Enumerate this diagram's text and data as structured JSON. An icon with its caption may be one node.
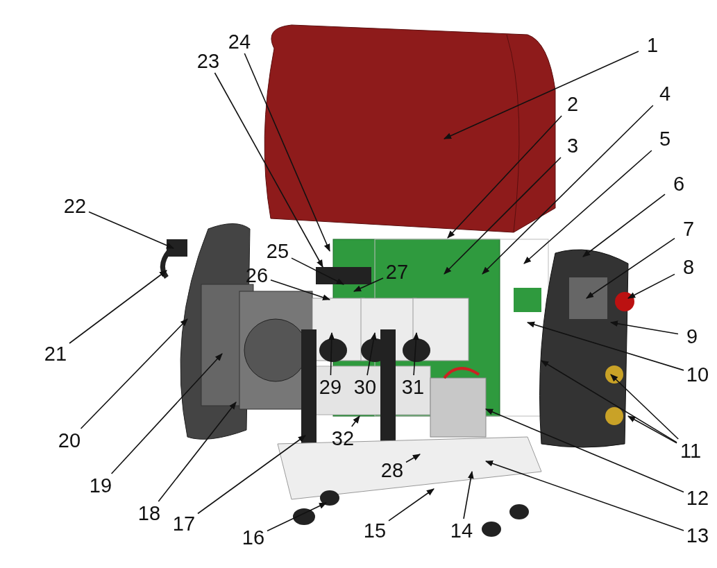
{
  "diagram": {
    "nodes": [
      {
        "text": [
          "1"
        ]
      },
      {
        "text": [
          "2"
        ]
      },
      {
        "text": [
          "3"
        ]
      },
      {
        "text": [
          "4"
        ]
      },
      {
        "text": [
          "5"
        ]
      },
      {
        "text": [
          "6"
        ]
      },
      {
        "text": [
          "7"
        ]
      },
      {
        "text": [
          "8"
        ]
      },
      {
        "text": [
          "9"
        ]
      },
      {
        "text": [
          "10"
        ]
      },
      {
        "text": [
          "11"
        ]
      },
      {
        "text": [
          "12"
        ]
      },
      {
        "text": [
          "13"
        ]
      },
      {
        "text": [
          "14"
        ]
      },
      {
        "text": [
          "15"
        ]
      },
      {
        "text": [
          "16"
        ]
      },
      {
        "text": [
          "17"
        ]
      },
      {
        "text": [
          "18"
        ]
      },
      {
        "text": [
          "19"
        ]
      },
      {
        "text": [
          "20"
        ]
      },
      {
        "text": [
          "21"
        ]
      },
      {
        "text": [
          "22"
        ]
      },
      {
        "text": [
          "23"
        ]
      },
      {
        "text": [
          "24"
        ]
      },
      {
        "text": [
          "25"
        ]
      },
      {
        "text": [
          "26"
        ]
      },
      {
        "text": [
          "27"
        ]
      },
      {
        "text": [
          "28"
        ]
      },
      {
        "text": [
          "29"
        ]
      },
      {
        "text": [
          "30"
        ]
      },
      {
        "text": [
          "31"
        ]
      },
      {
        "text": [
          "32"
        ]
      }
    ],
    "edges": [
      {
        "from": 0,
        "to": null,
        "arrow": "to"
      },
      {
        "from": 1,
        "to": null,
        "arrow": "to"
      },
      {
        "from": 2,
        "to": null,
        "arrow": "to"
      },
      {
        "from": 3,
        "to": null,
        "arrow": "to"
      },
      {
        "from": 4,
        "to": null,
        "arrow": "to"
      },
      {
        "from": 5,
        "to": null,
        "arrow": "to"
      },
      {
        "from": 6,
        "to": null,
        "arrow": "to"
      },
      {
        "from": 7,
        "to": null,
        "arrow": "to"
      },
      {
        "from": 8,
        "to": null,
        "arrow": "to"
      },
      {
        "from": 9,
        "to": null,
        "arrow": "to"
      },
      {
        "from": 10,
        "to": null,
        "arrow": "to"
      },
      {
        "from": 10,
        "to": null,
        "arrow": "to"
      },
      {
        "from": 10,
        "to": null,
        "arrow": "to"
      },
      {
        "from": 11,
        "to": null,
        "arrow": "to"
      },
      {
        "from": 12,
        "to": null,
        "arrow": "to"
      },
      {
        "from": 13,
        "to": null,
        "arrow": "to"
      },
      {
        "from": 14,
        "to": null,
        "arrow": "to"
      },
      {
        "from": 15,
        "to": null,
        "arrow": "to"
      },
      {
        "from": 16,
        "to": null,
        "arrow": "to"
      },
      {
        "from": 17,
        "to": null,
        "arrow": "to"
      },
      {
        "from": 18,
        "to": null,
        "arrow": "to"
      },
      {
        "from": 19,
        "to": null,
        "arrow": "to"
      },
      {
        "from": 20,
        "to": null,
        "arrow": "to"
      },
      {
        "from": 21,
        "to": null,
        "arrow": "to"
      },
      {
        "from": 22,
        "to": null,
        "arrow": "to"
      },
      {
        "from": 23,
        "to": null,
        "arrow": "to"
      },
      {
        "from": 24,
        "to": null,
        "arrow": "to"
      },
      {
        "from": 25,
        "to": null,
        "arrow": "to"
      },
      {
        "from": 26,
        "to": null,
        "arrow": "to"
      },
      {
        "from": 27,
        "to": null,
        "arrow": "to"
      },
      {
        "from": 28,
        "to": null,
        "arrow": "to"
      },
      {
        "from": 29,
        "to": null,
        "arrow": "to"
      },
      {
        "from": 30,
        "to": null,
        "arrow": "to"
      },
      {
        "from": 31,
        "to": null,
        "arrow": "to"
      }
    ]
  }
}
